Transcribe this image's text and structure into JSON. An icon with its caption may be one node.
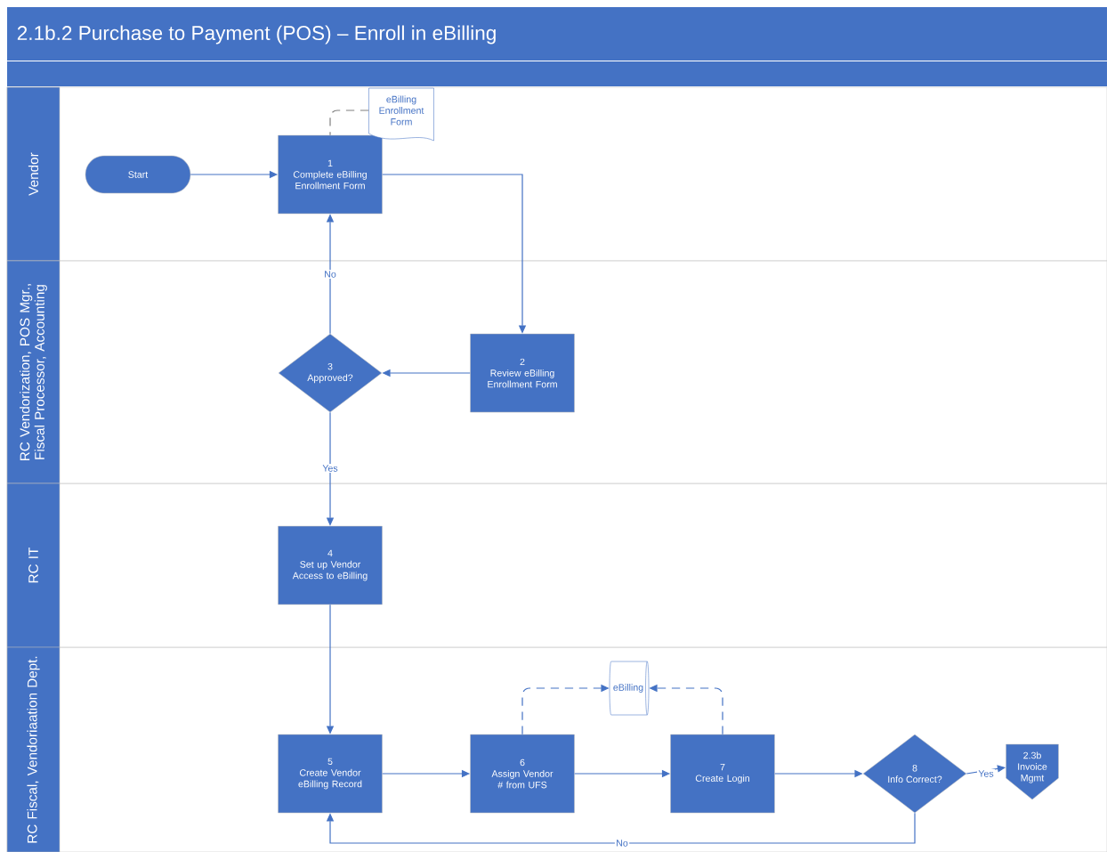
{
  "diagram": {
    "title": "2.1b.2 Purchase to Payment (POS) – Enroll in eBilling",
    "nodes": [
      {
        "text": [
          "Vendor"
        ]
      },
      {
        "text": [
          "RC Vendorization, POS Mgr., Fiscal Processor, Accounting"
        ]
      },
      {
        "text": [
          "RC IT"
        ]
      },
      {
        "text": [
          "RC Fiscal, Vendoriaation Dept."
        ]
      },
      {
        "text": [
          "Start"
        ],
        "in": 0
      },
      {
        "text": [
          "1",
          "Complete eBilling Enrollment Form"
        ],
        "in": 0
      },
      {
        "text": [
          "eBilling Enrollment Form"
        ],
        "in": 0
      },
      {
        "text": [
          "2",
          "Review eBilling Enrollment Form"
        ],
        "in": 1
      },
      {
        "text": [
          "3",
          "Approved?"
        ],
        "in": 1
      },
      {
        "text": [
          "4",
          "Set up Vendor Access to eBilling"
        ],
        "in": 2
      },
      {
        "text": [
          "5",
          "Create Vendor eBilling Record"
        ],
        "in": 3
      },
      {
        "text": [
          "6",
          "Assign Vendor # from UFS"
        ],
        "in": 3
      },
      {
        "text": [
          "eBilling"
        ],
        "in": 3
      },
      {
        "text": [
          "7",
          "Create Login"
        ],
        "in": 3
      },
      {
        "text": [
          "8",
          "Info Correct?"
        ],
        "in": 3
      },
      {
        "text": [
          "2.3b Invoice Mgmt"
        ],
        "in": 3
      }
    ],
    "edges": [
      {
        "from": 4,
        "to": 5,
        "arrow": "to"
      },
      {
        "from": 5,
        "to": 7,
        "arrow": "to"
      },
      {
        "from": 7,
        "to": 8,
        "arrow": "to"
      },
      {
        "from": 8,
        "to": 5,
        "label": "No",
        "arrow": "to"
      },
      {
        "from": 8,
        "to": 9,
        "label": "Yes",
        "arrow": "to"
      },
      {
        "from": 9,
        "to": 10,
        "arrow": "to"
      },
      {
        "from": 10,
        "to": 11,
        "arrow": "to"
      },
      {
        "from": 11,
        "to": 13,
        "arrow": "to"
      },
      {
        "from": 11,
        "to": 12,
        "arrow": "to",
        "style": "dashed"
      },
      {
        "from": 13,
        "to": 12,
        "arrow": "to",
        "style": "dashed"
      },
      {
        "from": 13,
        "to": 14,
        "arrow": "to"
      },
      {
        "from": 14,
        "to": 15,
        "label": "Yes",
        "arrow": "to"
      },
      {
        "from": 14,
        "to": 10,
        "label": "No",
        "arrow": "to"
      },
      {
        "from": 6,
        "to": 5,
        "arrow": "none",
        "style": "dashed",
        "color": "#808080"
      }
    ]
  }
}
